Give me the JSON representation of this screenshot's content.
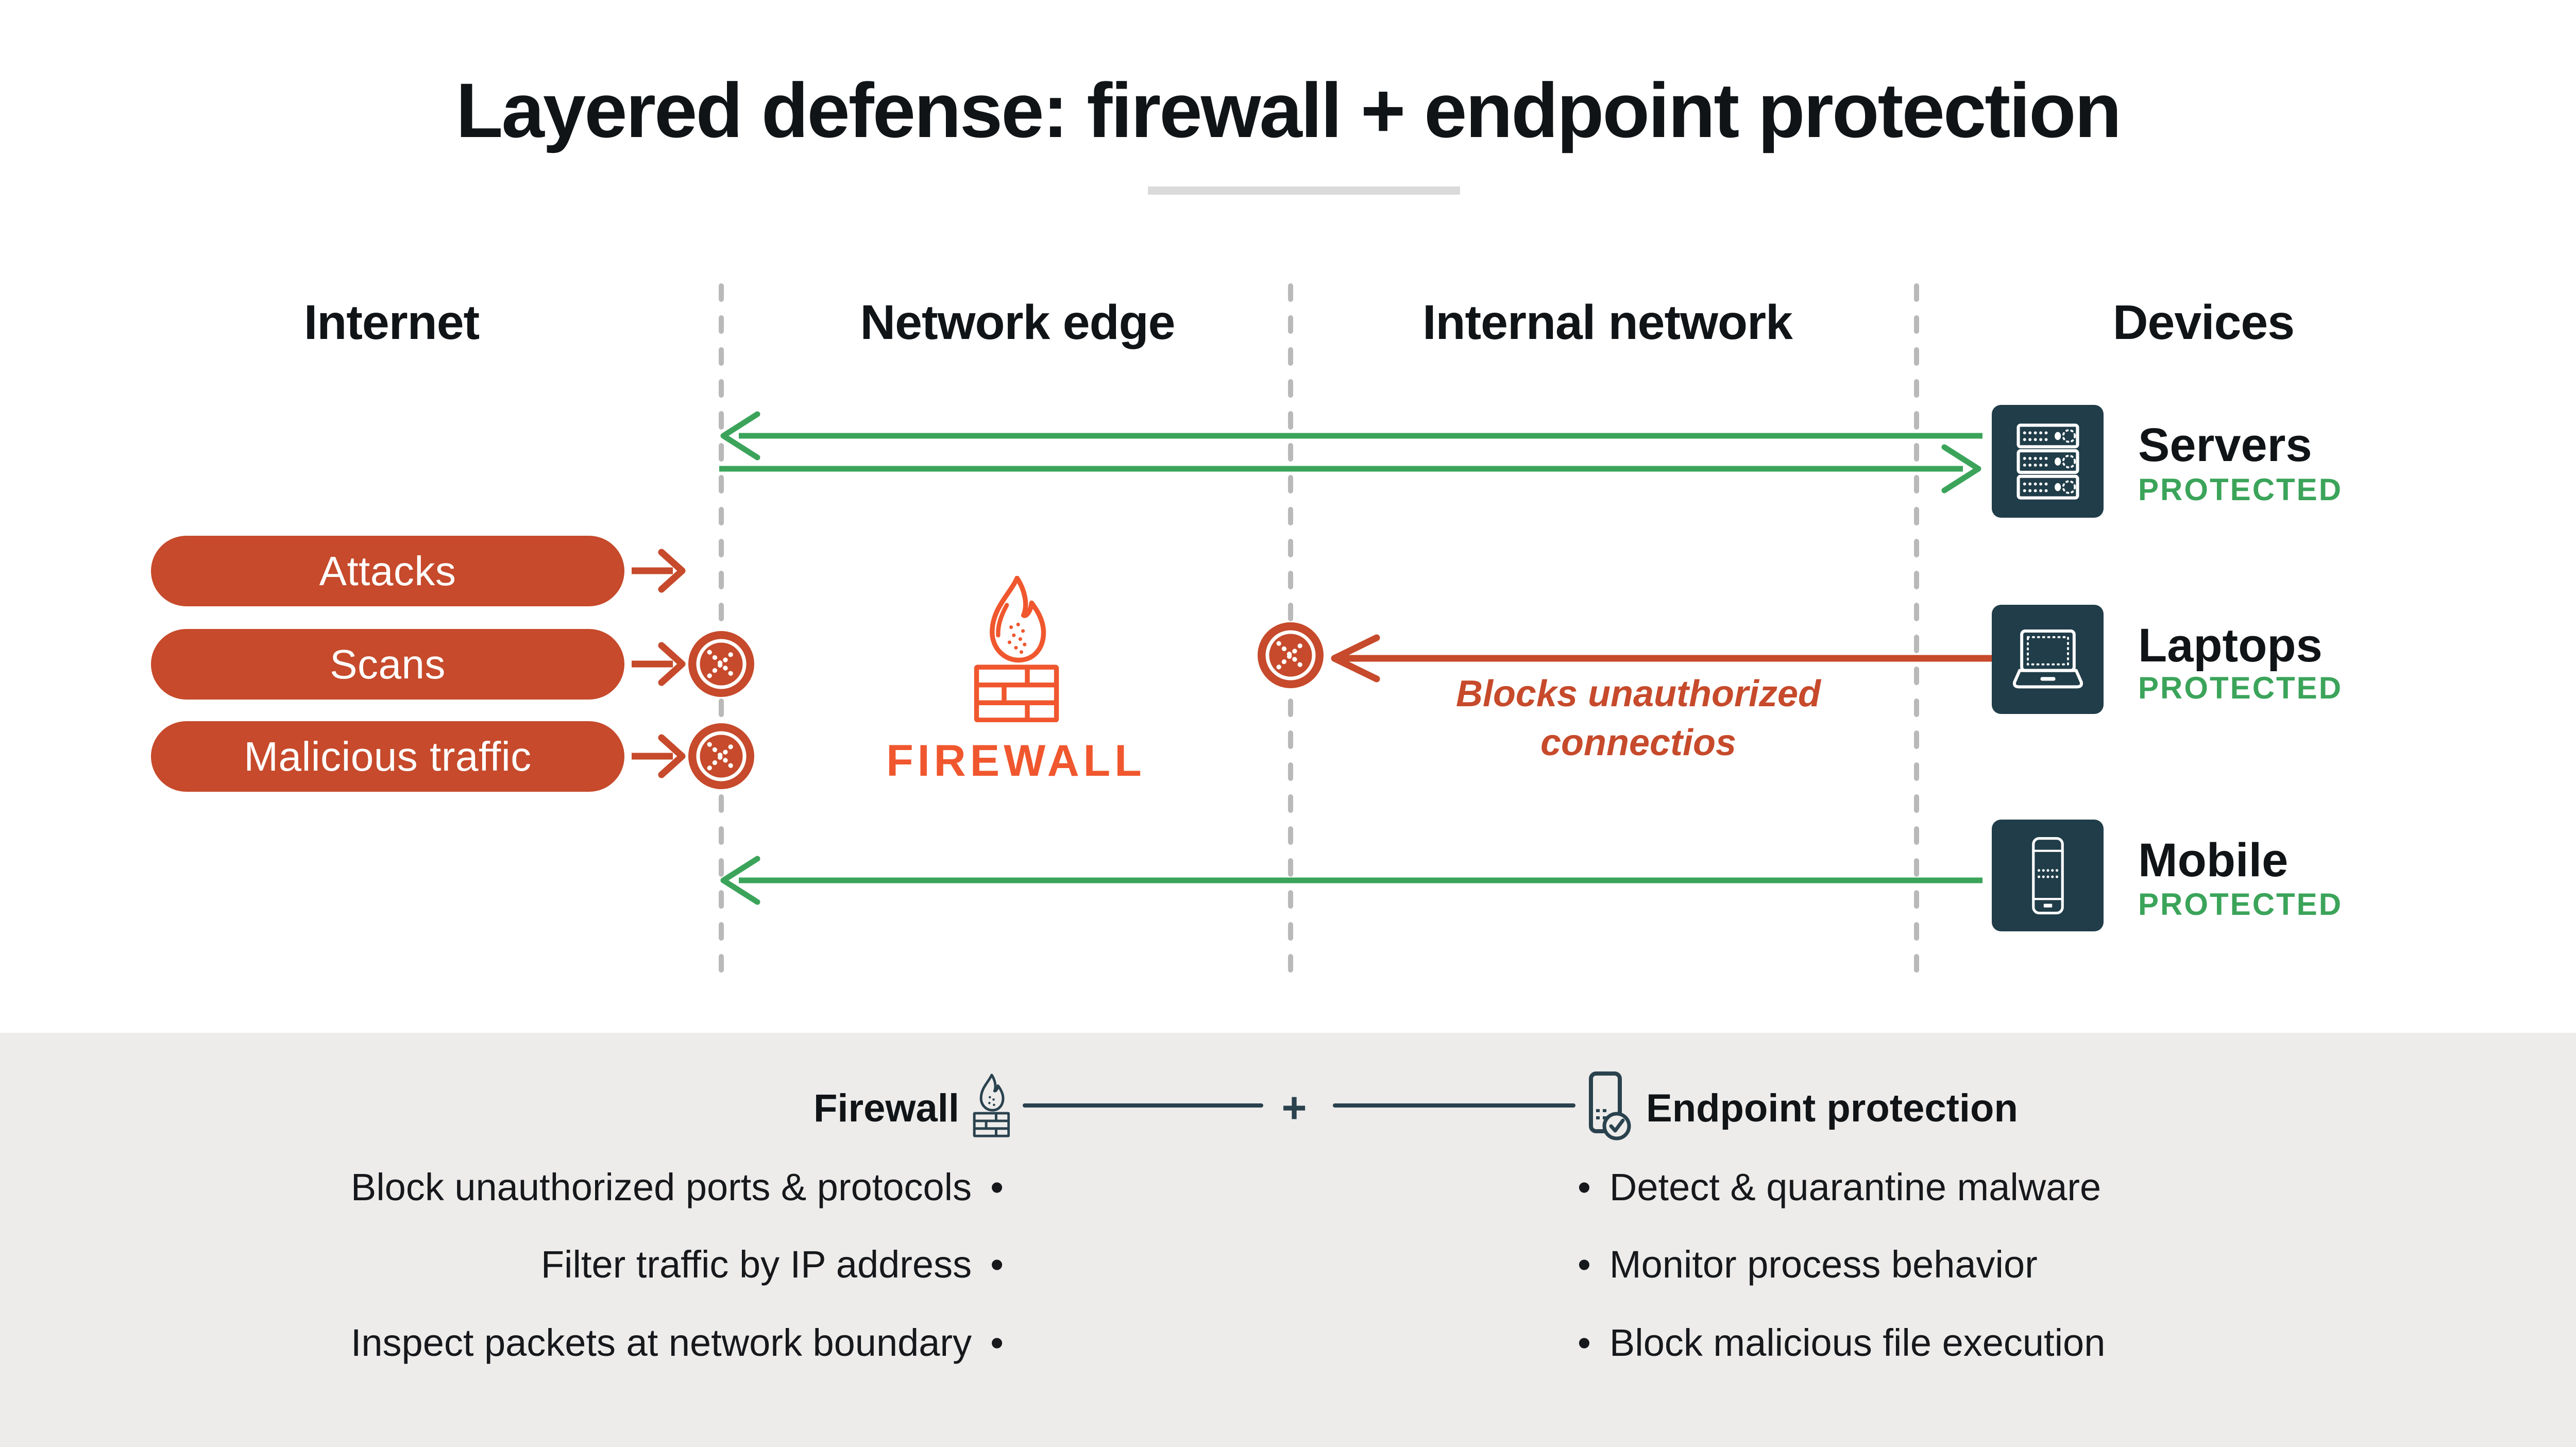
{
  "title": "Layered defense: firewall + endpoint protection",
  "columns": {
    "internet": "Internet",
    "network_edge": "Network edge",
    "internal_network": "Internal network",
    "devices": "Devices"
  },
  "threats": [
    {
      "label": "Attacks"
    },
    {
      "label": "Scans"
    },
    {
      "label": "Malicious traffic"
    }
  ],
  "firewall_label": "FIREWALL",
  "block_note_line1": "Blocks unauthorized",
  "block_note_line2": "connectios",
  "devices": [
    {
      "name": "Servers",
      "status": "PROTECTED"
    },
    {
      "name": "Laptops",
      "status": "PROTECTED"
    },
    {
      "name": "Mobile",
      "status": "PROTECTED"
    }
  ],
  "legend": {
    "firewall_title": "Firewall",
    "plus": "+",
    "endpoint_title": "Endpoint protection",
    "bullet": "•",
    "firewall_items": [
      "Block unauthorized ports & protocols",
      "Filter traffic by IP address",
      "Inspect packets at network boundary"
    ],
    "endpoint_items": [
      "Detect & quarantine malware",
      "Monitor process behavior",
      "Block malicious file execution"
    ]
  },
  "colors": {
    "threat_red": "#C64A2B",
    "firewall_orange": "#F0572E",
    "protected_green": "#3BA45A",
    "device_navy": "#203D49",
    "band_gray": "#EDECEB",
    "divider_gray": "#B9B9B9"
  }
}
